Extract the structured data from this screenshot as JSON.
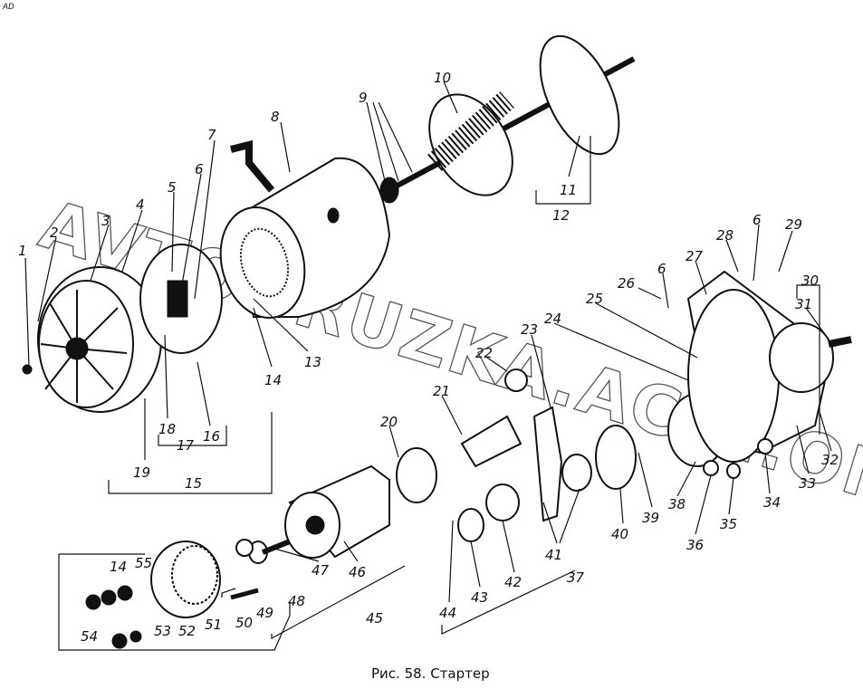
{
  "caption": "Рис. 58. Стартер",
  "corner_mark": "AD",
  "watermark": "AVTOGRUZKA.ACAT.ONLINE",
  "callouts": [
    "1",
    "2",
    "3",
    "4",
    "5",
    "6",
    "7",
    "8",
    "9",
    "10",
    "11",
    "12",
    "13",
    "14",
    "15",
    "16",
    "17",
    "18",
    "19",
    "20",
    "21",
    "22",
    "23",
    "24",
    "25",
    "26",
    "6",
    "27",
    "28",
    "6",
    "29",
    "30",
    "31",
    "32",
    "33",
    "34",
    "35",
    "36",
    "37",
    "38",
    "39",
    "40",
    "41",
    "42",
    "43",
    "44",
    "45",
    "46",
    "47",
    "48",
    "49",
    "50",
    "51",
    "52",
    "53",
    "54",
    "55",
    "14"
  ]
}
